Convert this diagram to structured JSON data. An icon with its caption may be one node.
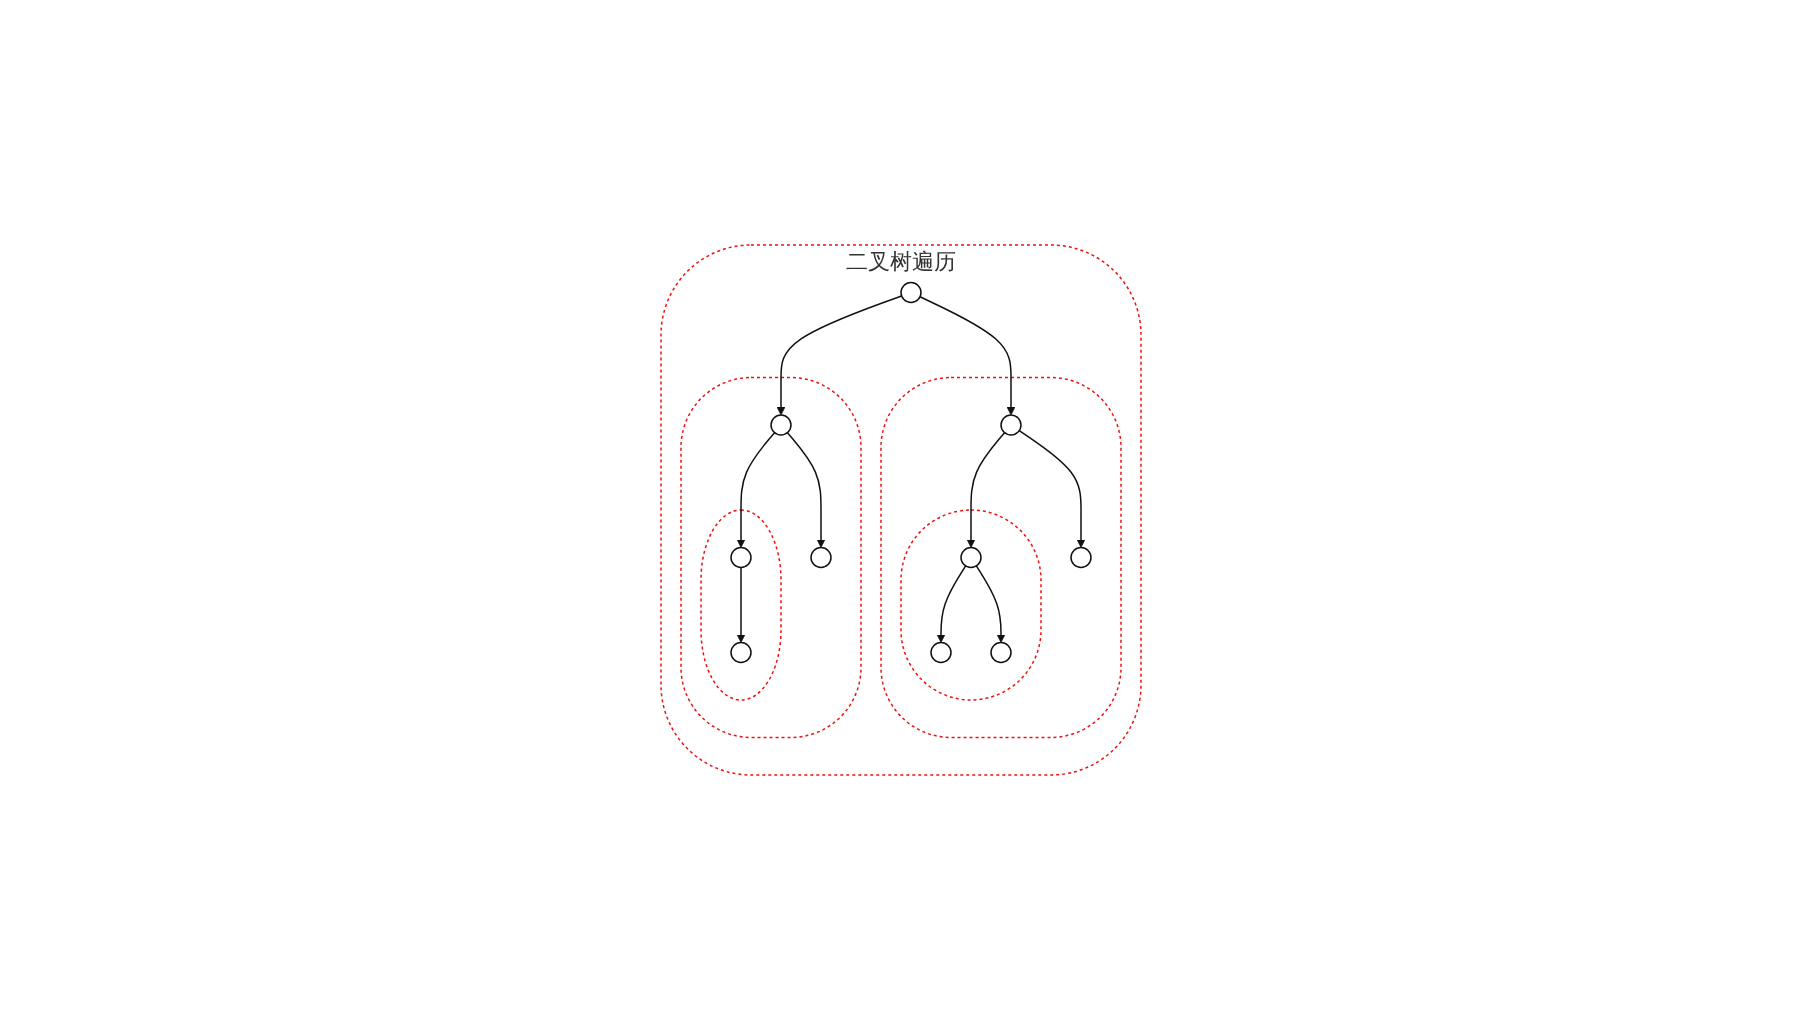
{
  "diagram": {
    "nodes": [
      {
        "text": [
          "二叉树遍历"
        ]
      },
      {
        "text": [],
        "shape": "circle",
        "in": 0
      },
      {
        "text": [],
        "shape": "ellipse",
        "in": 0
      },
      {
        "text": [],
        "shape": "circle",
        "in": 2
      },
      {
        "text": [],
        "shape": "ellipse",
        "in": 2
      },
      {
        "text": [],
        "shape": "circle",
        "in": 4
      },
      {
        "text": [],
        "shape": "circle",
        "in": 4
      },
      {
        "text": [],
        "shape": "circle",
        "in": 4
      },
      {
        "text": [],
        "shape": "circle",
        "in": 2
      },
      {
        "text": [],
        "shape": "ellipse",
        "in": 0
      },
      {
        "text": [],
        "shape": "circle",
        "in": 9
      },
      {
        "text": [],
        "shape": "ellipse",
        "in": 9
      },
      {
        "text": [],
        "shape": "circle",
        "in": 11
      },
      {
        "text": [],
        "shape": "circle",
        "in": 11
      },
      {
        "text": [],
        "shape": "circle",
        "in": 9
      }
    ],
    "edges": [
      {
        "from": 1,
        "to": 3,
        "arrow": "to"
      },
      {
        "from": 1,
        "to": 10,
        "arrow": "to"
      },
      {
        "from": 3,
        "to": 5,
        "arrow": "to"
      },
      {
        "from": 3,
        "to": 8,
        "arrow": "to"
      },
      {
        "from": 5,
        "to": 6,
        "arrow": "to"
      },
      {
        "from": 5,
        "to": 7,
        "arrow": "to"
      },
      {
        "from": 10,
        "to": 12,
        "arrow": "to"
      },
      {
        "from": 10,
        "to": 14,
        "arrow": "to"
      },
      {
        "from": 12,
        "to": 13,
        "arrow": "to"
      }
    ]
  }
}
